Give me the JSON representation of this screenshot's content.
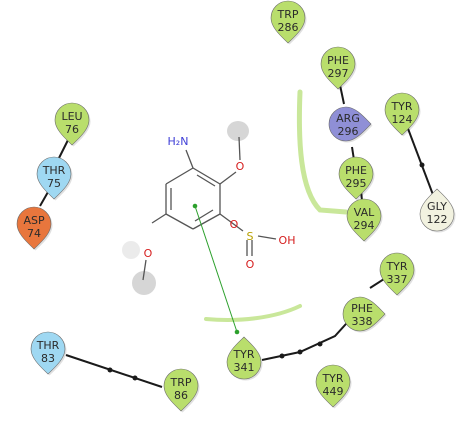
{
  "colors": {
    "hydrophobic": "#b9de6c",
    "polar": "#9fd8f2",
    "negative": "#e8763d",
    "positive": "#8f8fd6",
    "glycine": "#f2f2e0",
    "bond": "#1a1a1a",
    "ligand_bond": "#555555",
    "pi_contact": "#2ca02c",
    "pocket_outline": "#c9e79a",
    "nitrogen": "#3d3dd6",
    "oxygen": "#d62020",
    "sulfur": "#b8a000"
  },
  "residues": [
    {
      "id": "trp286",
      "name": "TRP",
      "num": "286",
      "type": "hydrophobic"
    },
    {
      "id": "phe297",
      "name": "PHE",
      "num": "297",
      "type": "hydrophobic"
    },
    {
      "id": "arg296",
      "name": "ARG",
      "num": "296",
      "type": "positive"
    },
    {
      "id": "tyr124",
      "name": "TYR",
      "num": "124",
      "type": "hydrophobic"
    },
    {
      "id": "phe295",
      "name": "PHE",
      "num": "295",
      "type": "hydrophobic"
    },
    {
      "id": "val294",
      "name": "VAL",
      "num": "294",
      "type": "hydrophobic"
    },
    {
      "id": "gly122",
      "name": "GLY",
      "num": "122",
      "type": "glycine"
    },
    {
      "id": "leu76",
      "name": "LEU",
      "num": "76",
      "type": "hydrophobic"
    },
    {
      "id": "thr75",
      "name": "THR",
      "num": "75",
      "type": "polar"
    },
    {
      "id": "asp74",
      "name": "ASP",
      "num": "74",
      "type": "negative"
    },
    {
      "id": "tyr337",
      "name": "TYR",
      "num": "337",
      "type": "hydrophobic"
    },
    {
      "id": "phe338",
      "name": "PHE",
      "num": "338",
      "type": "hydrophobic"
    },
    {
      "id": "thr83",
      "name": "THR",
      "num": "83",
      "type": "polar"
    },
    {
      "id": "tyr341",
      "name": "TYR",
      "num": "341",
      "type": "hydrophobic"
    },
    {
      "id": "trp86",
      "name": "TRP",
      "num": "86",
      "type": "hydrophobic"
    },
    {
      "id": "tyr449",
      "name": "TYR",
      "num": "449",
      "type": "hydrophobic"
    }
  ],
  "ligand": {
    "amine_label": "H₂N",
    "sulfonyl_o_label": "O",
    "sulfur_label": "S",
    "hydroxyl_label": "OH"
  }
}
